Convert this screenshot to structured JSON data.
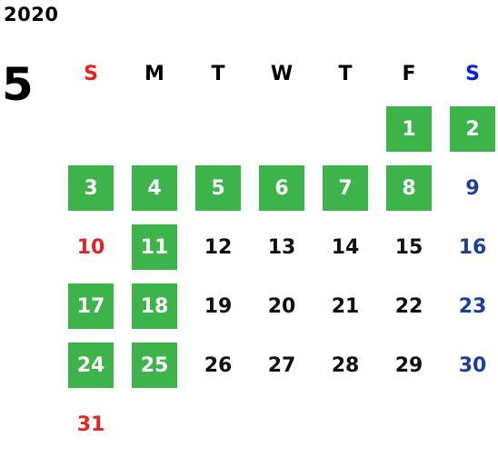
{
  "calendar": {
    "year": "2020",
    "month": "5",
    "weekdays": [
      "S",
      "M",
      "T",
      "W",
      "T",
      "F",
      "S"
    ],
    "holiday_color": "#3cb44a",
    "sunday_color": "#e12424",
    "saturday_color": "#1c3f97",
    "weeks": [
      [
        {
          "day": ""
        },
        {
          "day": ""
        },
        {
          "day": ""
        },
        {
          "day": ""
        },
        {
          "day": ""
        },
        {
          "day": "1",
          "holiday": true
        },
        {
          "day": "2",
          "holiday": true
        }
      ],
      [
        {
          "day": "3",
          "holiday": true
        },
        {
          "day": "4",
          "holiday": true
        },
        {
          "day": "5",
          "holiday": true
        },
        {
          "day": "6",
          "holiday": true
        },
        {
          "day": "7",
          "holiday": true
        },
        {
          "day": "8",
          "holiday": true
        },
        {
          "day": "9",
          "holiday": false
        }
      ],
      [
        {
          "day": "10",
          "holiday": false
        },
        {
          "day": "11",
          "holiday": true
        },
        {
          "day": "12",
          "holiday": false
        },
        {
          "day": "13",
          "holiday": false
        },
        {
          "day": "14",
          "holiday": false
        },
        {
          "day": "15",
          "holiday": false
        },
        {
          "day": "16",
          "holiday": false
        }
      ],
      [
        {
          "day": "17",
          "holiday": true
        },
        {
          "day": "18",
          "holiday": true
        },
        {
          "day": "19",
          "holiday": false
        },
        {
          "day": "20",
          "holiday": false
        },
        {
          "day": "21",
          "holiday": false
        },
        {
          "day": "22",
          "holiday": false
        },
        {
          "day": "23",
          "holiday": false
        }
      ],
      [
        {
          "day": "24",
          "holiday": true
        },
        {
          "day": "25",
          "holiday": true
        },
        {
          "day": "26",
          "holiday": false
        },
        {
          "day": "27",
          "holiday": false
        },
        {
          "day": "28",
          "holiday": false
        },
        {
          "day": "29",
          "holiday": false
        },
        {
          "day": "30",
          "holiday": false
        }
      ],
      [
        {
          "day": "31",
          "holiday": false
        },
        {
          "day": ""
        },
        {
          "day": ""
        },
        {
          "day": ""
        },
        {
          "day": ""
        },
        {
          "day": ""
        },
        {
          "day": ""
        }
      ]
    ]
  }
}
